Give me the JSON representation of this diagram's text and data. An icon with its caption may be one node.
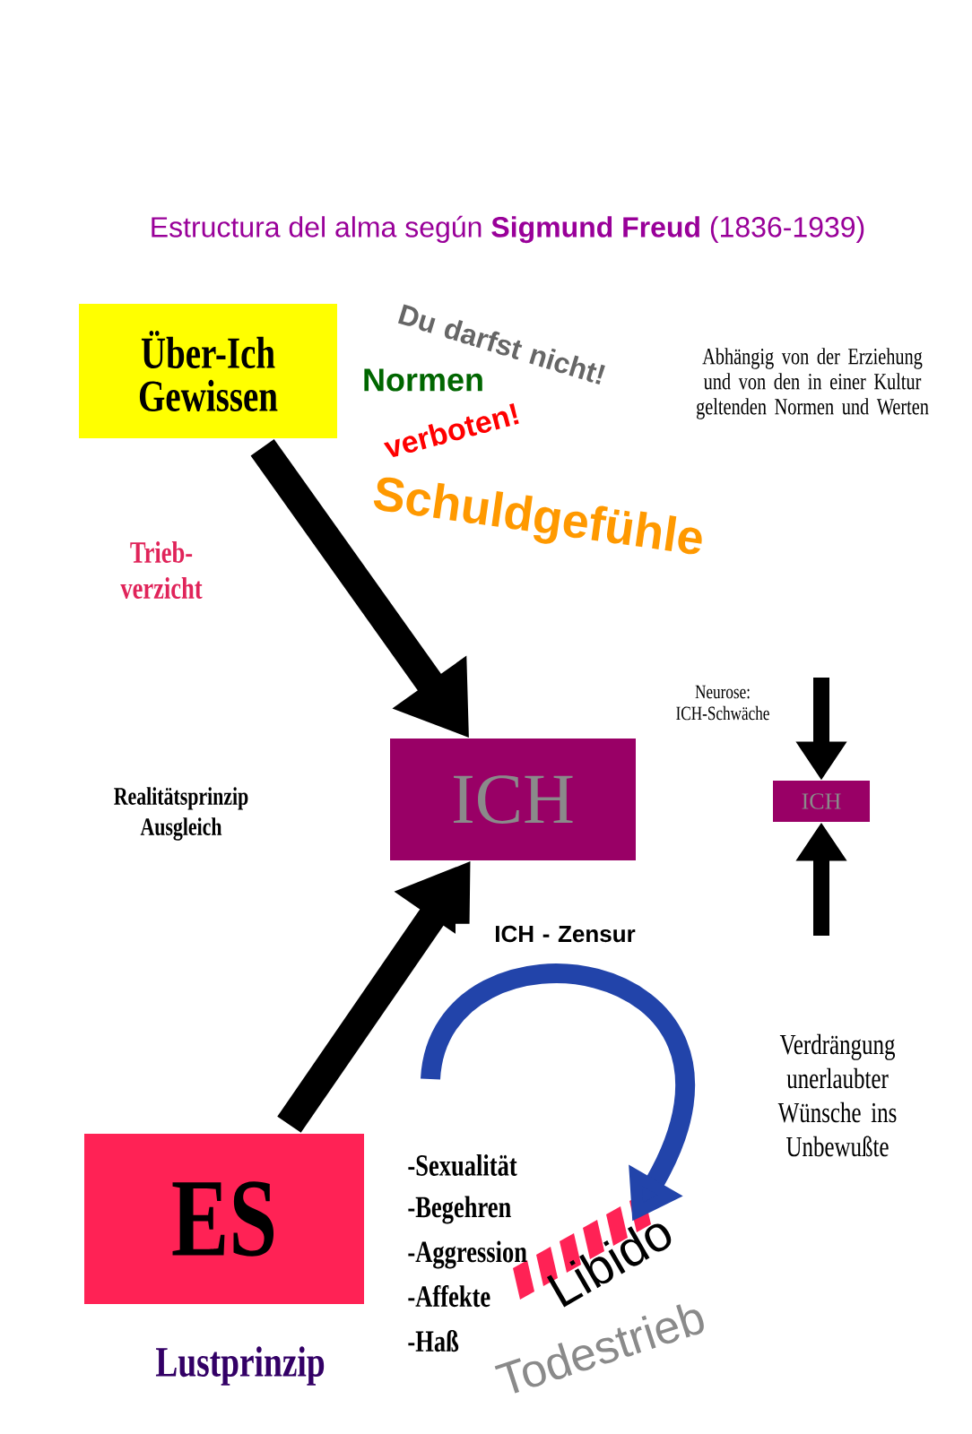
{
  "diagram": {
    "title": "Estructura del alma según **Sigmund Freud** (1836-1939)",
    "nodes": [
      {
        "text": [
          "Über-Ich Gewissen"
        ]
      },
      {
        "text": [
          "ICH"
        ]
      },
      {
        "text": [
          "ES"
        ],
        "beside": [
          "Lustprinzip"
        ]
      },
      {
        "text": [
          "ICH"
        ]
      },
      {
        "text": [
          "Libido"
        ]
      }
    ],
    "edges": [
      {
        "from": 0,
        "to": 1,
        "arrow": "to",
        "label": "Trieb- verzicht"
      },
      {
        "from": 2,
        "to": 1,
        "arrow": "to"
      },
      {
        "from": null,
        "to": 3,
        "arrow": "to"
      },
      {
        "from": null,
        "to": 3,
        "arrow": "to"
      },
      {
        "from": null,
        "to": 4,
        "arrow": "to",
        "label": "ICH - Zensur",
        "color": "#2244aa"
      }
    ],
    "labels": [
      "Du darfst nicht!",
      "Normen",
      "Abhängig von der Erziehung und von den in einer Kultur geltenden Normen und Werten",
      "verboten!",
      "Schuldgefühle",
      "Realitätsprinzip Ausgleich",
      "Neurose: ICH-Schwäche",
      "Verdrängung unerlaubter Wünsche ins Unbewußte",
      "-Sexualität",
      "-Begehren",
      "-Aggression",
      "-Affekte",
      "-Haß",
      "Todestrieb"
    ]
  }
}
